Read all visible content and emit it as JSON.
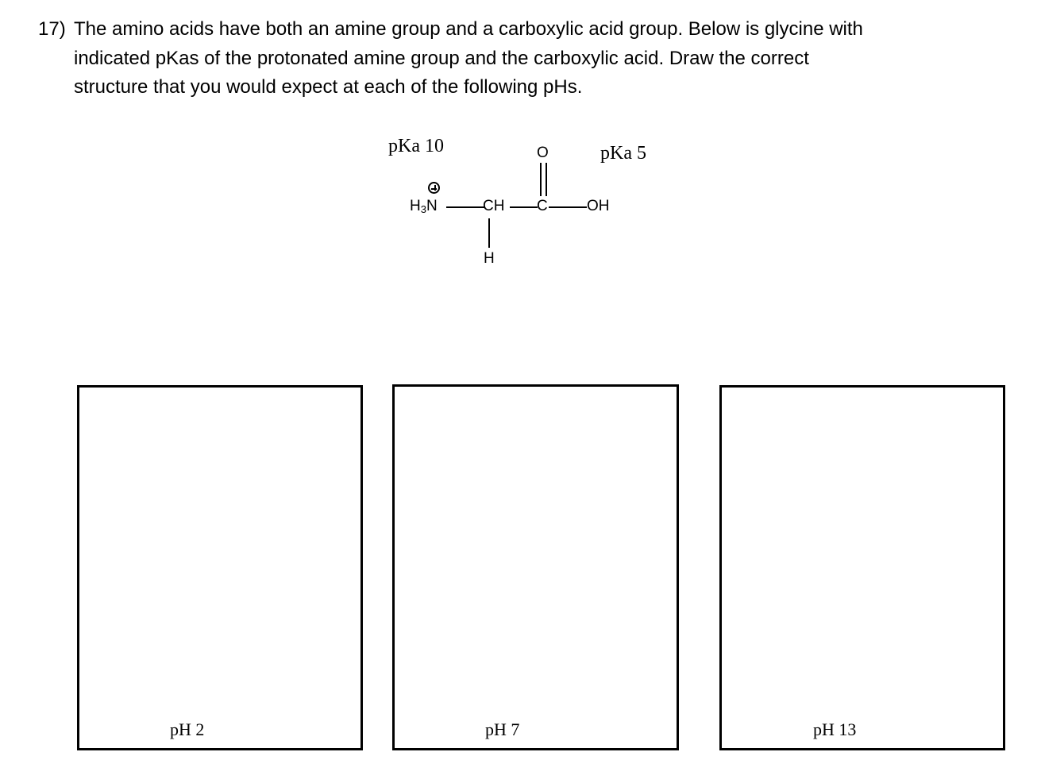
{
  "question": {
    "number": "17)",
    "lines": [
      "The amino acids have both an amine group and a carboxylic acid group. Below is glycine with",
      "indicated pKas of the protonated amine group and the carboxylic acid. Draw the correct",
      "structure that you would expect at each of the following pHs."
    ]
  },
  "structure": {
    "pka_amine": "pKa 10",
    "pka_acid": "pKa 5",
    "amine_h": "H",
    "amine_sub": "3",
    "amine_n": "N",
    "alpha_c": "CH",
    "carbonyl_c": "C",
    "carbonyl_o": "O",
    "hydroxyl": "OH",
    "bottom_h": "H"
  },
  "answer_boxes": [
    {
      "label": "pH 2"
    },
    {
      "label": "pH 7"
    },
    {
      "label": "pH 13"
    }
  ]
}
